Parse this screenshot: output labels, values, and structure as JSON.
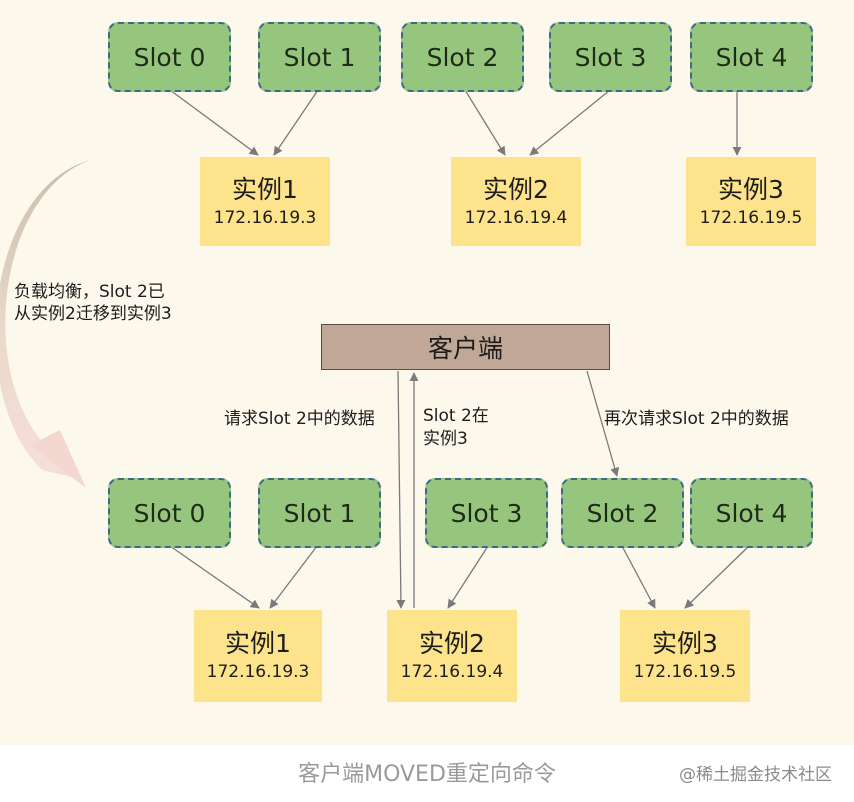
{
  "top": {
    "slots": [
      "Slot 0",
      "Slot 1",
      "Slot 2",
      "Slot 3",
      "Slot 4"
    ],
    "instances": [
      {
        "name": "实例1",
        "ip": "172.16.19.3"
      },
      {
        "name": "实例2",
        "ip": "172.16.19.4"
      },
      {
        "name": "实例3",
        "ip": "172.16.19.5"
      }
    ]
  },
  "migration_note": [
    "负载均衡，Slot 2已",
    "从实例2迁移到实例3"
  ],
  "client": {
    "label": "客户端"
  },
  "request_labels": {
    "first_request": "请求Slot 2中的数据",
    "moved_reply": [
      "Slot 2在",
      "实例3"
    ],
    "second_request": "再次请求Slot 2中的数据"
  },
  "bottom": {
    "slots": [
      "Slot 0",
      "Slot 1",
      "Slot 3",
      "Slot 2",
      "Slot 4"
    ],
    "instances": [
      {
        "name": "实例1",
        "ip": "172.16.19.3"
      },
      {
        "name": "实例2",
        "ip": "172.16.19.4"
      },
      {
        "name": "实例3",
        "ip": "172.16.19.5"
      }
    ]
  },
  "caption": "客户端MOVED重定向命令",
  "watermark": "@稀土掘金技术社区",
  "colors": {
    "slot_fill": "#96c67d",
    "slot_border": "#3e6a87",
    "instance_fill": "#fde38b",
    "client_fill": "#c0a796",
    "background": "#fcf8ec"
  }
}
